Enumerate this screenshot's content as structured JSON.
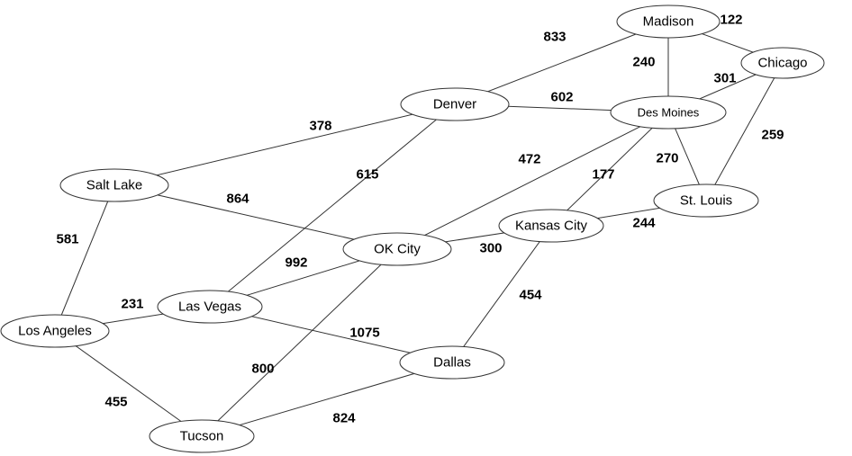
{
  "nodes": [
    {
      "id": "madison",
      "label": "Madison"
    },
    {
      "id": "chicago",
      "label": "Chicago"
    },
    {
      "id": "denver",
      "label": "Denver"
    },
    {
      "id": "desmoines",
      "label": "Des Moines"
    },
    {
      "id": "saltlake",
      "label": "Salt Lake"
    },
    {
      "id": "stlouis",
      "label": "St. Louis"
    },
    {
      "id": "kansascity",
      "label": "Kansas City"
    },
    {
      "id": "okcity",
      "label": "OK City"
    },
    {
      "id": "lasvegas",
      "label": "Las Vegas"
    },
    {
      "id": "losangeles",
      "label": "Los Angeles"
    },
    {
      "id": "dallas",
      "label": "Dallas"
    },
    {
      "id": "tucson",
      "label": "Tucson"
    }
  ],
  "edges": [
    {
      "from": "madison",
      "to": "chicago",
      "weight": "122"
    },
    {
      "from": "madison",
      "to": "denver",
      "weight": "833"
    },
    {
      "from": "madison",
      "to": "desmoines",
      "weight": "240"
    },
    {
      "from": "chicago",
      "to": "desmoines",
      "weight": "301"
    },
    {
      "from": "chicago",
      "to": "stlouis",
      "weight": "259"
    },
    {
      "from": "denver",
      "to": "desmoines",
      "weight": "602"
    },
    {
      "from": "denver",
      "to": "saltlake",
      "weight": "378"
    },
    {
      "from": "denver",
      "to": "lasvegas",
      "weight": "615"
    },
    {
      "from": "desmoines",
      "to": "okcity",
      "weight": "472"
    },
    {
      "from": "desmoines",
      "to": "kansascity",
      "weight": "177"
    },
    {
      "from": "desmoines",
      "to": "stlouis",
      "weight": "270"
    },
    {
      "from": "saltlake",
      "to": "okcity",
      "weight": "864"
    },
    {
      "from": "saltlake",
      "to": "losangeles",
      "weight": "581"
    },
    {
      "from": "kansascity",
      "to": "stlouis",
      "weight": "244"
    },
    {
      "from": "kansascity",
      "to": "okcity",
      "weight": "300"
    },
    {
      "from": "kansascity",
      "to": "dallas",
      "weight": "454"
    },
    {
      "from": "okcity",
      "to": "lasvegas",
      "weight": "992"
    },
    {
      "from": "okcity",
      "to": "tucson",
      "weight": "800"
    },
    {
      "from": "lasvegas",
      "to": "losangeles",
      "weight": "231"
    },
    {
      "from": "lasvegas",
      "to": "dallas",
      "weight": "1075"
    },
    {
      "from": "losangeles",
      "to": "tucson",
      "weight": "455"
    },
    {
      "from": "tucson",
      "to": "dallas",
      "weight": "824"
    }
  ]
}
